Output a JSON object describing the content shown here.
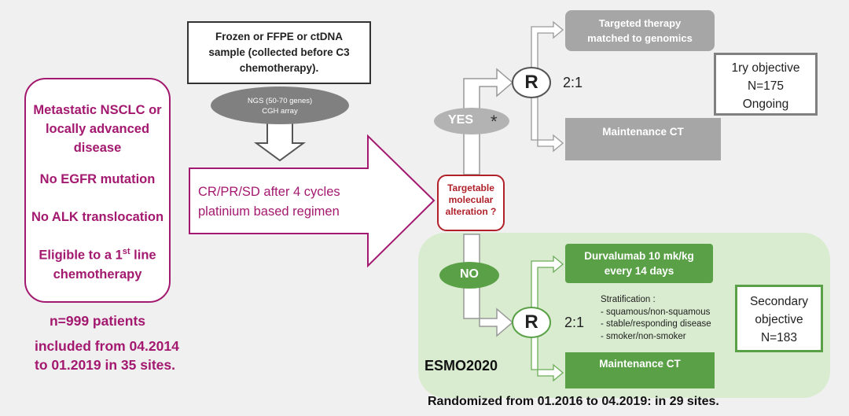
{
  "colors": {
    "magenta": "#a3196f",
    "dark_red": "#b0212a",
    "gray_box": "#a6a6a6",
    "green_box": "#5aa047",
    "light_green_panel": "#d9ecd0",
    "outline_gray": "#8c8c8c",
    "outline_green": "#6cad58"
  },
  "left_panel": {
    "criteria": [
      "Metastatic NSCLC or locally advanced disease",
      "No EGFR mutation",
      "No ALK translocation"
    ],
    "eligible_pre": "Eligible to a 1",
    "eligible_sup": "st",
    "eligible_post": " line chemotherapy",
    "patients": "n=999 patients",
    "included": "included from 04.2014 to 01.2019 in 35 sites."
  },
  "sample_box": {
    "text": "Frozen or FFPE or ctDNA sample (collected before C3 chemotherapy)."
  },
  "ngs_oval": {
    "line1": "NGS (50-70 genes)",
    "line2": "CGH array"
  },
  "big_arrow": {
    "text": "CR/PR/SD after 4 cycles platinium based regimen"
  },
  "decision": {
    "text": "Targetable molecular alteration ?"
  },
  "yes_branch": {
    "label": "YES",
    "asterisk": "*",
    "randomization": "R",
    "ratio": "2:1",
    "arm1": "Targeted therapy matched to genomics",
    "arm2": "Maintenance CT",
    "objective": "1ry objective N=175 Ongoing"
  },
  "no_branch": {
    "label": "NO",
    "randomization": "R",
    "ratio": "2:1",
    "arm1": "Durvalumab 10 mk/kg every 14 days",
    "arm2": "Maintenance CT",
    "stratification_title": "Stratification :",
    "stratification": [
      "- squamous/non-squamous",
      "- stable/responding disease",
      "- smoker/non-smoker"
    ],
    "objective": "Secondary objective N=183",
    "tag": "ESMO2020"
  },
  "footer": "Randomized from 01.2016 to 04.2019: in 29 sites."
}
